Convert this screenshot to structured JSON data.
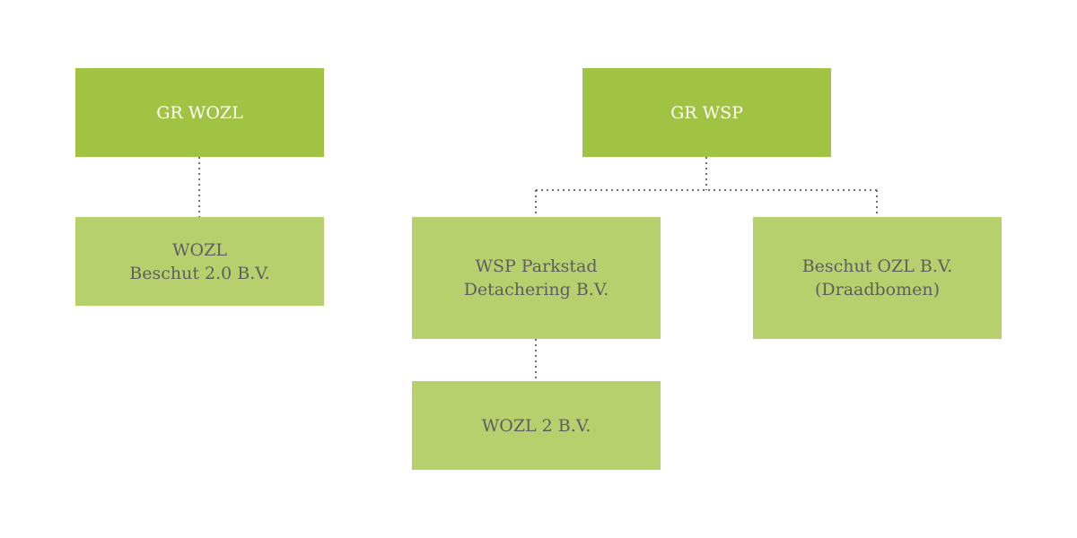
{
  "diagram": {
    "colors": {
      "parent_fill": "#a1c343",
      "child_fill": "#b7d06e",
      "parent_text": "#ffffff",
      "child_text": "#5d5e5e",
      "connector": "#6f6f6f"
    },
    "nodes": {
      "gr_wozl": {
        "label": "GR WOZL"
      },
      "gr_wsp": {
        "label": "GR WSP"
      },
      "wozl_beschut": {
        "line1": "WOZL",
        "line2": "Beschut 2.0 B.V."
      },
      "wsp_parkstad": {
        "line1": "WSP Parkstad",
        "line2": "Detachering B.V."
      },
      "beschut_ozl": {
        "line1": "Beschut OZL B.V.",
        "line2": "(Draadbomen)"
      },
      "wozl_2": {
        "label": "WOZL 2 B.V."
      }
    },
    "edges": [
      {
        "from": "gr_wozl",
        "to": "wozl_beschut"
      },
      {
        "from": "gr_wsp",
        "to": "wsp_parkstad"
      },
      {
        "from": "gr_wsp",
        "to": "beschut_ozl"
      },
      {
        "from": "wsp_parkstad",
        "to": "wozl_2"
      }
    ]
  }
}
